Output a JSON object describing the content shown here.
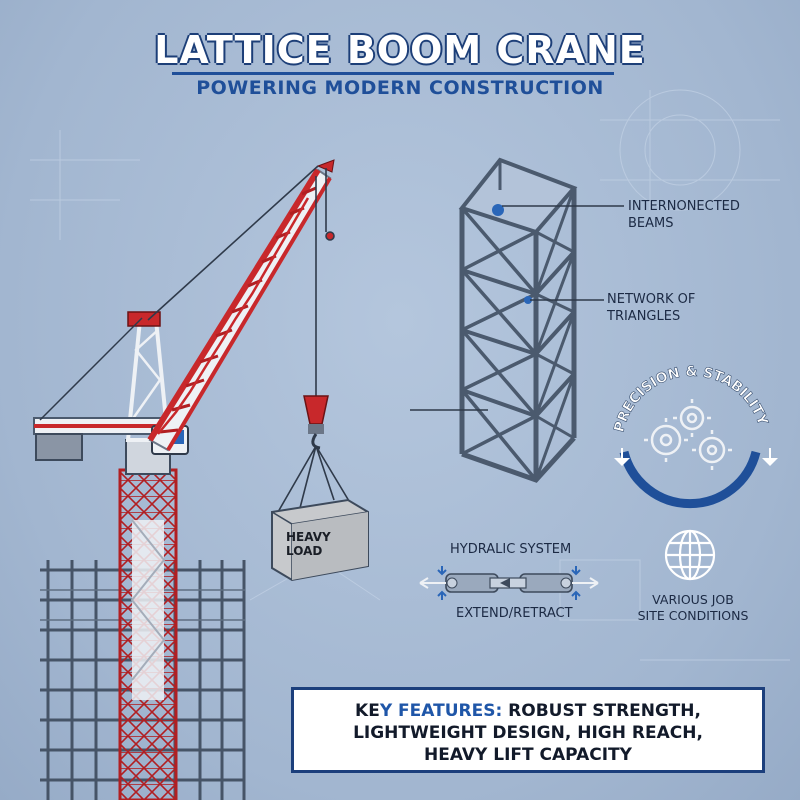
{
  "title": "LATTICE BOOM CRANE",
  "subtitle": "POWERING MODERN CONSTRUCTION",
  "callouts": {
    "beams": "INTERNONECTED\nBEAMS",
    "triangles": "NETWORK OF\nTRIANGLES",
    "hydraulic": "HYDRALIC SYSTEM",
    "extend": "EXTEND/RETRACT",
    "job_site": "VARIOUS JOB\nSITE CONDITIONS"
  },
  "badge": {
    "text": "PRECISION & STABILITY",
    "icon": "gears-icon",
    "arc_color": "#1f4f99"
  },
  "load_label": "HEAVY LOAD",
  "key_features": {
    "prefix_dark": "KE",
    "prefix_blue": "Y FEATURES:",
    "line1_rest": " ROBUST STRENGTH,",
    "line2": "LIGHTWEIGHT DESIGN, HIGH REACH,",
    "line3": "HEAVY LIFT CAPACITY"
  },
  "colors": {
    "crane_red": "#c8282b",
    "crane_white": "#eef1f5",
    "steel": "#4b5a6e",
    "accent_blue": "#1f4f99",
    "background": "#a9bdd6"
  },
  "icons": [
    "globe-icon",
    "gears-icon",
    "hydraulic-cylinder-icon",
    "hook-icon"
  ]
}
